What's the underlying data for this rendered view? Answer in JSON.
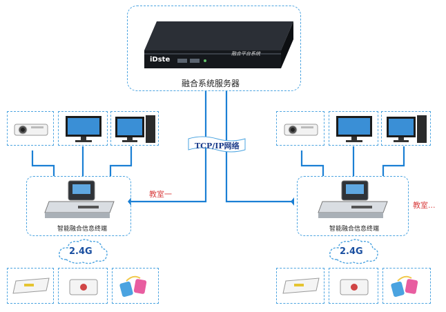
{
  "server": {
    "caption": "融合系统服务器",
    "brand": "iDste",
    "faceplate_text": "融合平台系统"
  },
  "network": {
    "label": "TCP/IP网络"
  },
  "classrooms": [
    {
      "terminal_caption": "智能融合信息终端",
      "name": "教室一",
      "wireless": "2.4G"
    },
    {
      "terminal_caption": "智能融合信息终端",
      "name": "教室...",
      "wireless": "2.4G"
    }
  ],
  "colors": {
    "line": "#1a7fd4",
    "dash": "#4aa3e0",
    "classroom_text": "#d94040"
  }
}
